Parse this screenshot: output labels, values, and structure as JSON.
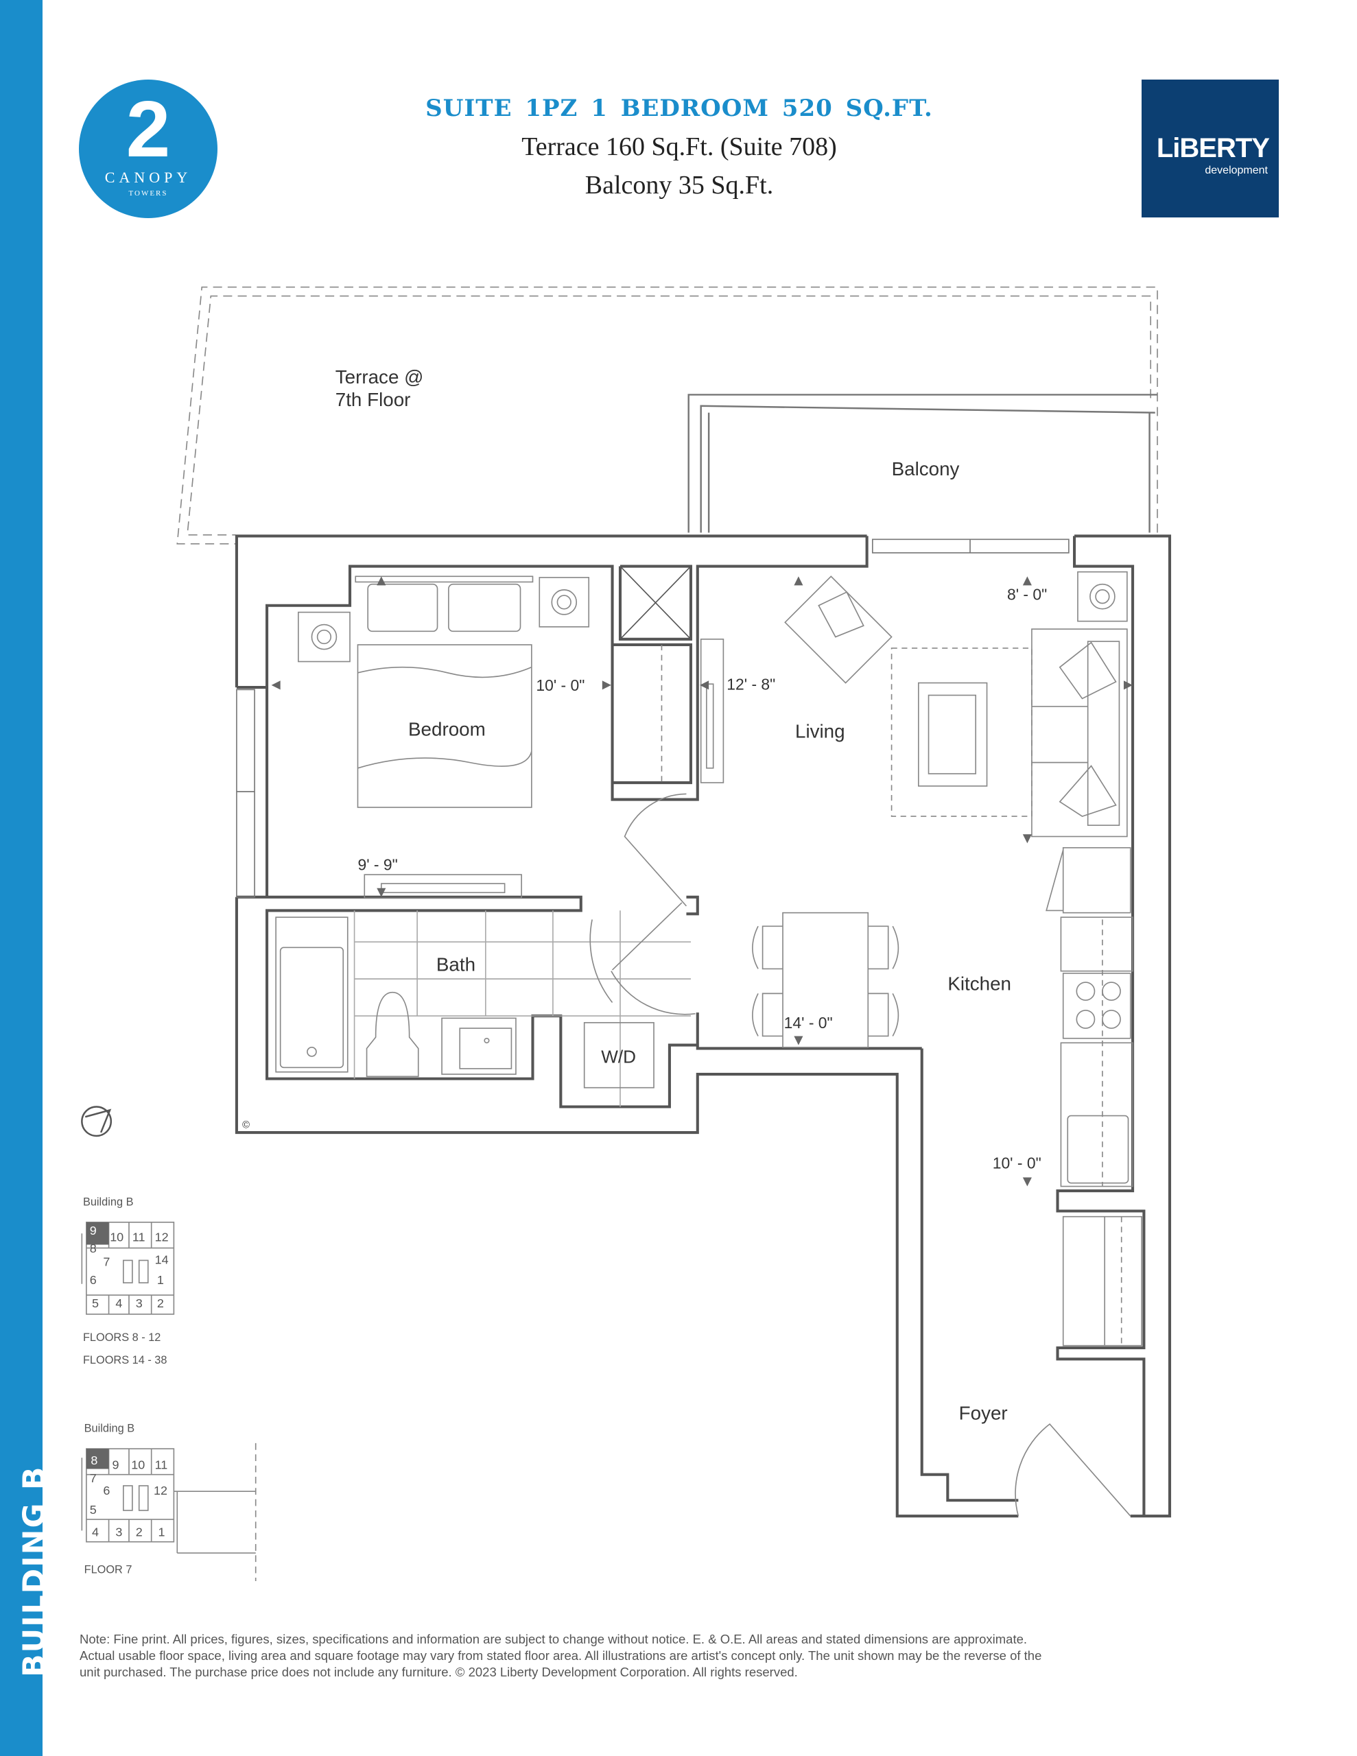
{
  "sidebar": {
    "label": "BUILDING B"
  },
  "logo": {
    "number": "2",
    "name": "CANOPY",
    "sub": "TOWERS"
  },
  "header": {
    "title": "SUITE 1PZ  1 BEDROOM  520 SQ.FT.",
    "terrace": "Terrace 160 Sq.Ft. (Suite 708)",
    "balcony": "Balcony 35 Sq.Ft."
  },
  "brand": {
    "name": "LiBERTY",
    "sub": "development"
  },
  "plan": {
    "terrace_line1": "Terrace @",
    "terrace_line2": "7th Floor",
    "balcony": "Balcony",
    "bedroom": "Bedroom",
    "living": "Living",
    "bath": "Bath",
    "wd": "W/D",
    "kitchen": "Kitchen",
    "foyer": "Foyer",
    "copyright": "©",
    "dims": {
      "bedroom_w": "10' - 0\"",
      "bedroom_d": "9' - 9\"",
      "living_w": "12' - 8\"",
      "living_d": "8' - 0\"",
      "kitchen_w": "14' - 0\"",
      "kitchen_d": "10' - 0\""
    }
  },
  "keyplan1": {
    "building": "Building B",
    "units": [
      "9",
      "10",
      "11",
      "12",
      "8",
      "7",
      "14",
      "6",
      "1",
      "5",
      "4",
      "3",
      "2"
    ],
    "floors1": "FLOORS 8 - 12",
    "floors2": "FLOORS 14 - 38"
  },
  "keyplan2": {
    "building": "Building B",
    "units": [
      "8",
      "9",
      "10",
      "11",
      "7",
      "6",
      "12",
      "5",
      "4",
      "3",
      "2",
      "1"
    ],
    "floors": "FLOOR 7"
  },
  "note": {
    "line1": "Note: Fine print. All prices, figures, sizes, specifications and information are subject to change without notice. E. & O.E. All areas and stated dimensions are approximate.",
    "line2": "Actual usable floor space, living area and square footage may vary from stated floor area. All illustrations are artist's concept only. The unit shown may be the reverse of the",
    "line3": "unit purchased. The purchase price does not include any furniture. © 2023 Liberty Development Corporation. All rights reserved."
  },
  "colors": {
    "accent": "#1a8dcb",
    "brand": "#0c3f72",
    "wall": "#555555"
  }
}
